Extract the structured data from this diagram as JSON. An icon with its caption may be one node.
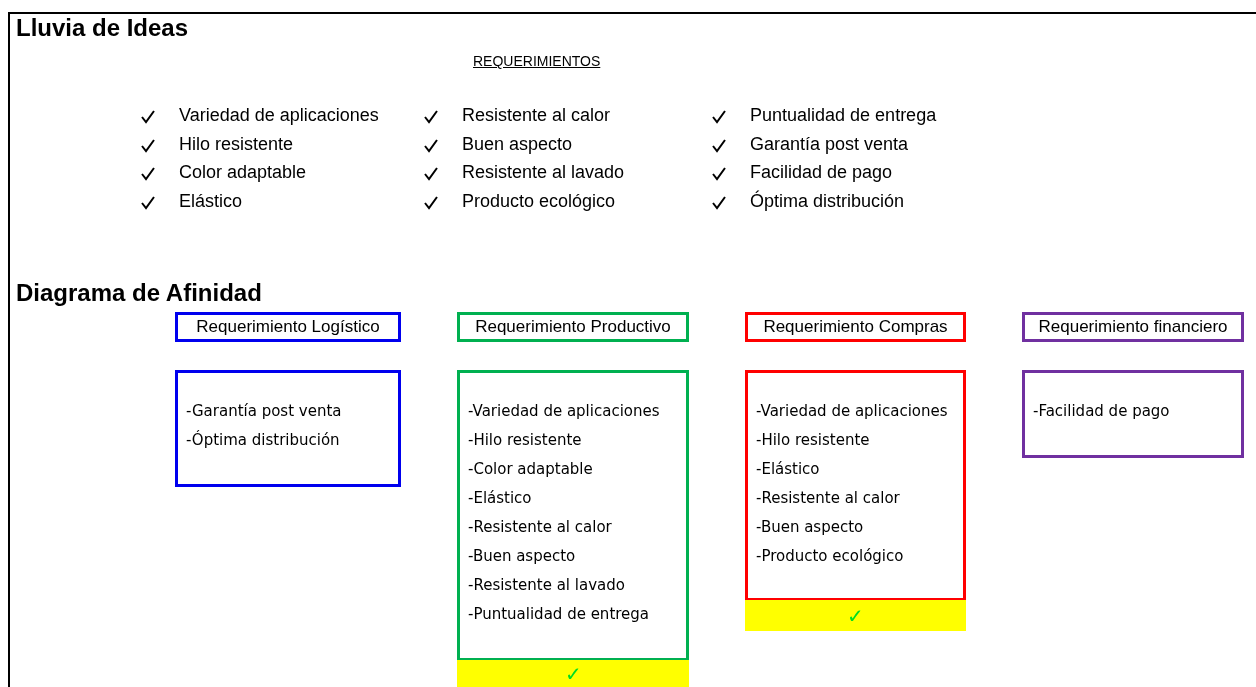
{
  "diagram": {
    "nodes": [
      {
        "text": [
          "Requerimiento Logístico"
        ]
      },
      {
        "text": [
          "Requerimiento Productivo"
        ]
      },
      {
        "text": [
          "Requerimiento Compras"
        ]
      },
      {
        "text": [
          "Requerimiento financiero"
        ]
      },
      {
        "text": [
          "-Garantía post venta",
          "-Óptima distribución"
        ]
      },
      {
        "text": [
          "-Variedad de aplicaciones",
          "-Hilo resistente",
          "-Color adaptable",
          "-Elástico",
          "-Resistente al calor",
          "-Buen aspecto",
          "-Resistente al lavado",
          "-Puntualidad de entrega"
        ]
      },
      {
        "text": [
          "-Variedad de aplicaciones",
          "-Hilo resistente",
          "-Elástico",
          "-Resistente al calor",
          "-Buen aspecto",
          "-Producto ecológico"
        ]
      },
      {
        "text": [
          "-Facilidad de pago"
        ]
      },
      {
        "text": [
          "✓"
        ]
      },
      {
        "text": [
          "✓"
        ]
      }
    ],
    "edges": [],
    "labels": [
      "Lluvia de Ideas",
      "REQUERIMIENTOS",
      "Variedad de aplicaciones",
      "Resistente al calor",
      "Puntualidad de entrega",
      "Hilo resistente",
      "Buen aspecto",
      "Garantía post venta",
      "Color adaptable",
      "Resistente al lavado",
      "Facilidad de pago",
      "Elástico",
      "Producto ecológico",
      "Óptima distribución",
      "Diagrama de Afinidad"
    ]
  }
}
